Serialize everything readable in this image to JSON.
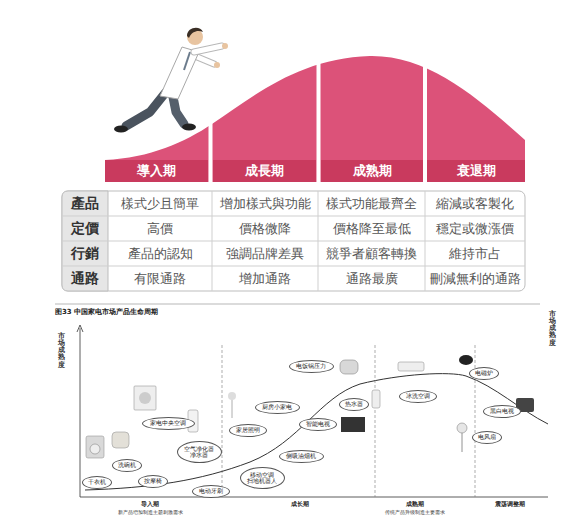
{
  "diagram": {
    "title": "图33 中国家电市场产品生命周期",
    "nodes": [
      {
        "text": [
          "導入期"
        ]
      },
      {
        "text": [
          "成長期"
        ]
      },
      {
        "text": [
          "成熟期"
        ]
      },
      {
        "text": [
          "衰退期"
        ]
      },
      {
        "text": [
          "干衣机"
        ]
      },
      {
        "text": [
          "洗碗机"
        ]
      },
      {
        "text": [
          "按摩椅"
        ]
      },
      {
        "text": [
          "家电中央空调"
        ]
      },
      {
        "text": [
          "空气净化器 净水器"
        ]
      },
      {
        "text": [
          "电动牙刷"
        ]
      },
      {
        "text": [
          "家居照明"
        ]
      },
      {
        "text": [
          "厨房小家电"
        ]
      },
      {
        "text": [
          "电饭锅压力"
        ]
      },
      {
        "text": [
          "智能电视"
        ]
      },
      {
        "text": [
          "侧吸油烟机"
        ]
      },
      {
        "text": [
          "移动空调 扫地机器人"
        ]
      },
      {
        "text": [
          "热水器"
        ]
      },
      {
        "text": [
          "冰洗空调"
        ]
      },
      {
        "text": [
          "电磁炉"
        ]
      },
      {
        "text": [
          "黑白电视"
        ]
      },
      {
        "text": [
          "电风扇"
        ]
      }
    ],
    "labels": [
      "產品",
      "樣式少且簡單",
      "增加樣式與功能",
      "樣式功能最齊全",
      "縮減或客製化",
      "定價",
      "高價",
      "價格微降",
      "價格降至最低",
      "穩定或微漲價",
      "行銷",
      "產品的認知",
      "強調品牌差異",
      "競爭者顧客轉換",
      "維持市占",
      "通路",
      "有限通路",
      "增加通路",
      "通路最廣",
      "刪減無利的通路",
      "市场成熟度",
      "市场成熟度",
      "导入期",
      "成长期",
      "成熟期",
      "震荡调整期",
      "新产品增加制造主题刺激需求",
      "传统产品升级制造主要需求"
    ]
  }
}
